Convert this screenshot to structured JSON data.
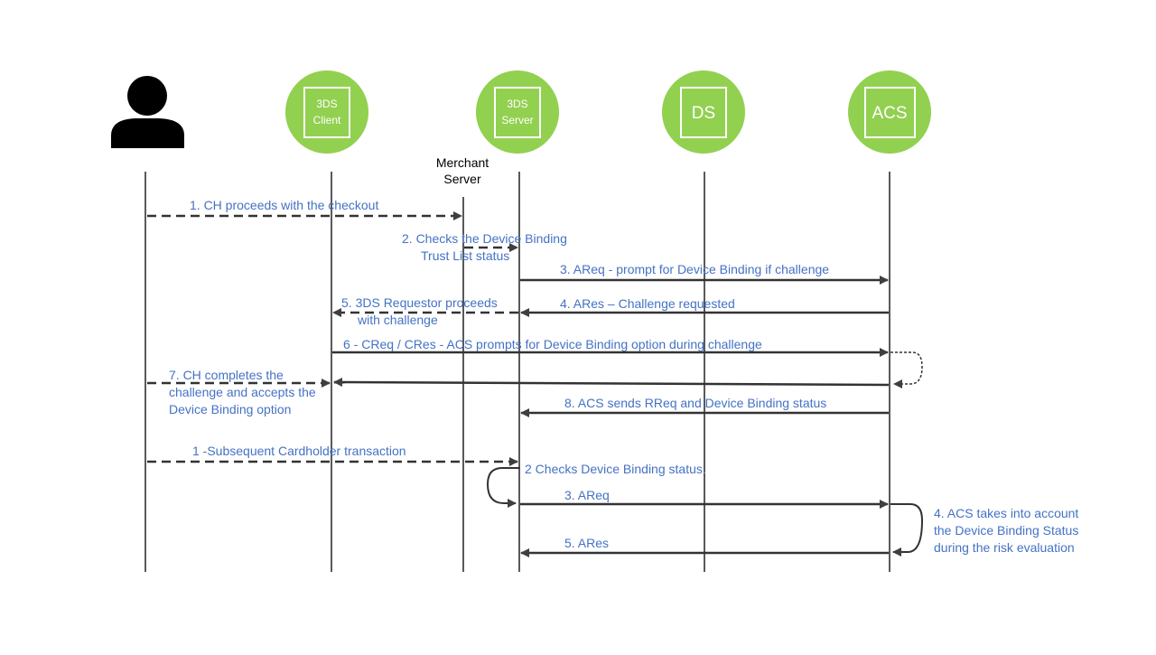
{
  "participants": [
    {
      "id": "cardholder",
      "kind": "person",
      "label": "",
      "icon": "person-icon"
    },
    {
      "id": "client",
      "kind": "circle",
      "label": [
        "3DS",
        "Client"
      ]
    },
    {
      "id": "merchant",
      "kind": "text",
      "label": [
        "Merchant",
        "Server"
      ]
    },
    {
      "id": "server",
      "kind": "circle",
      "label": [
        "3DS",
        "Server"
      ]
    },
    {
      "id": "ds",
      "kind": "circle",
      "label": [
        "DS"
      ]
    },
    {
      "id": "acs",
      "kind": "circle",
      "label": [
        "ACS"
      ]
    }
  ],
  "messages": [
    {
      "id": "m1",
      "label": [
        "1. CH proceeds with the checkout"
      ],
      "style": "dashed"
    },
    {
      "id": "m2",
      "label": [
        "2. Checks the Device Binding",
        "Trust List status"
      ],
      "style": "dashed"
    },
    {
      "id": "m3",
      "label": [
        "3. AReq - prompt for Device Binding if challenge"
      ],
      "style": "solid"
    },
    {
      "id": "m4",
      "label": [
        "4. ARes – Challenge requested"
      ],
      "style": "solid"
    },
    {
      "id": "m5",
      "label": [
        "5. 3DS Requestor proceeds",
        "with challenge"
      ],
      "style": "dashed"
    },
    {
      "id": "m6",
      "label": [
        "6 - CReq / CRes  - ACS prompts for Device Binding option during challenge"
      ],
      "style": "solid"
    },
    {
      "id": "m7",
      "label": [
        "7. CH completes the",
        "challenge and accepts the",
        "Device Binding option"
      ],
      "style": "dashed"
    },
    {
      "id": "m8",
      "label": [
        "8. ACS sends RReq and Device Binding status"
      ],
      "style": "solid"
    },
    {
      "id": "s1",
      "label": [
        "1 -Subsequent Cardholder transaction"
      ],
      "style": "dashed"
    },
    {
      "id": "s2",
      "label": [
        "2 Checks Device Binding status."
      ],
      "style": "self"
    },
    {
      "id": "s3",
      "label": [
        "3. AReq"
      ],
      "style": "solid"
    },
    {
      "id": "s4",
      "label": [
        "4. ACS takes into account",
        "the Device Binding Status",
        "during the risk evaluation"
      ],
      "style": "self"
    },
    {
      "id": "s5",
      "label": [
        "5. ARes"
      ],
      "style": "solid"
    }
  ],
  "colors": {
    "node_fill": "#92D050",
    "node_border": "#ffffff",
    "message_text": "#4472C4",
    "line": "#000000",
    "arrow": "#3F3F3F"
  }
}
